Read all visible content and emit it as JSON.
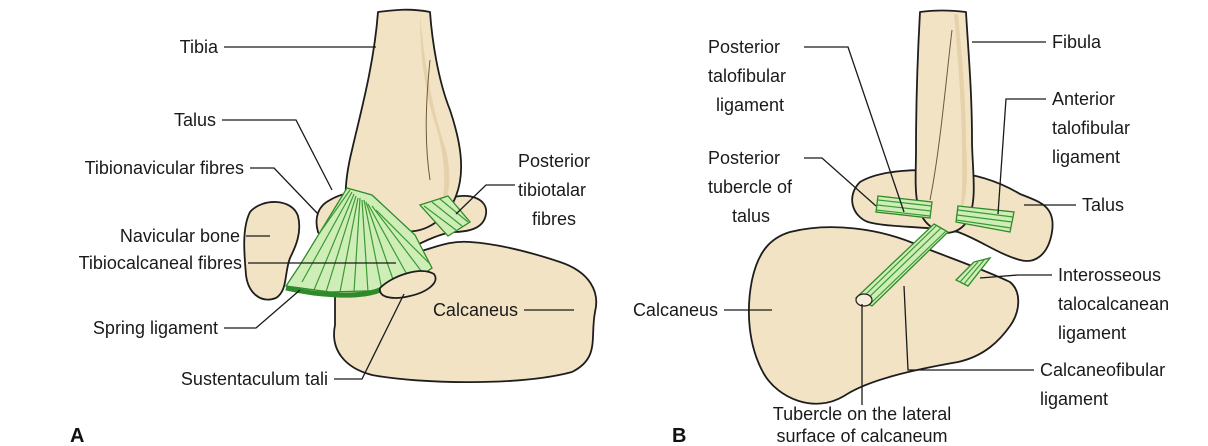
{
  "panel_a": {
    "letter": "A",
    "labels": {
      "tibia": "Tibia",
      "talus": "Talus",
      "tibionavicular": "Tibionavicular fibres",
      "navicular": "Navicular bone",
      "tibiocalcaneal": "Tibiocalcaneal fibres",
      "spring": "Spring ligament",
      "sustentaculum": "Sustentaculum tali",
      "post_tibiotalar_1": "Posterior",
      "post_tibiotalar_2": "tibiotalar",
      "post_tibiotalar_3": "fibres",
      "calcaneus": "Calcaneus"
    }
  },
  "panel_b": {
    "letter": "B",
    "labels": {
      "post_talofibular_1": "Posterior",
      "post_talofibular_2": "talofibular",
      "post_talofibular_3": "ligament",
      "post_tubercle_1": "Posterior",
      "post_tubercle_2": "tubercle of",
      "post_tubercle_3": "talus",
      "fibula": "Fibula",
      "ant_talofibular_1": "Anterior",
      "ant_talofibular_2": "talofibular",
      "ant_talofibular_3": "ligament",
      "talus": "Talus",
      "interosseous_1": "Interosseous",
      "interosseous_2": "talocalcanean",
      "interosseous_3": "ligament",
      "calcaneofibular_1": "Calcaneofibular",
      "calcaneofibular_2": "ligament",
      "tubercle_1": "Tubercle on the lateral",
      "tubercle_2": "surface of calcaneum"
    }
  },
  "colors": {
    "bone": "#f2e3c4",
    "ligament": "#cfeeb7",
    "ligament_line": "#3c9a34",
    "spring_ligament": "#2f8a2a"
  }
}
